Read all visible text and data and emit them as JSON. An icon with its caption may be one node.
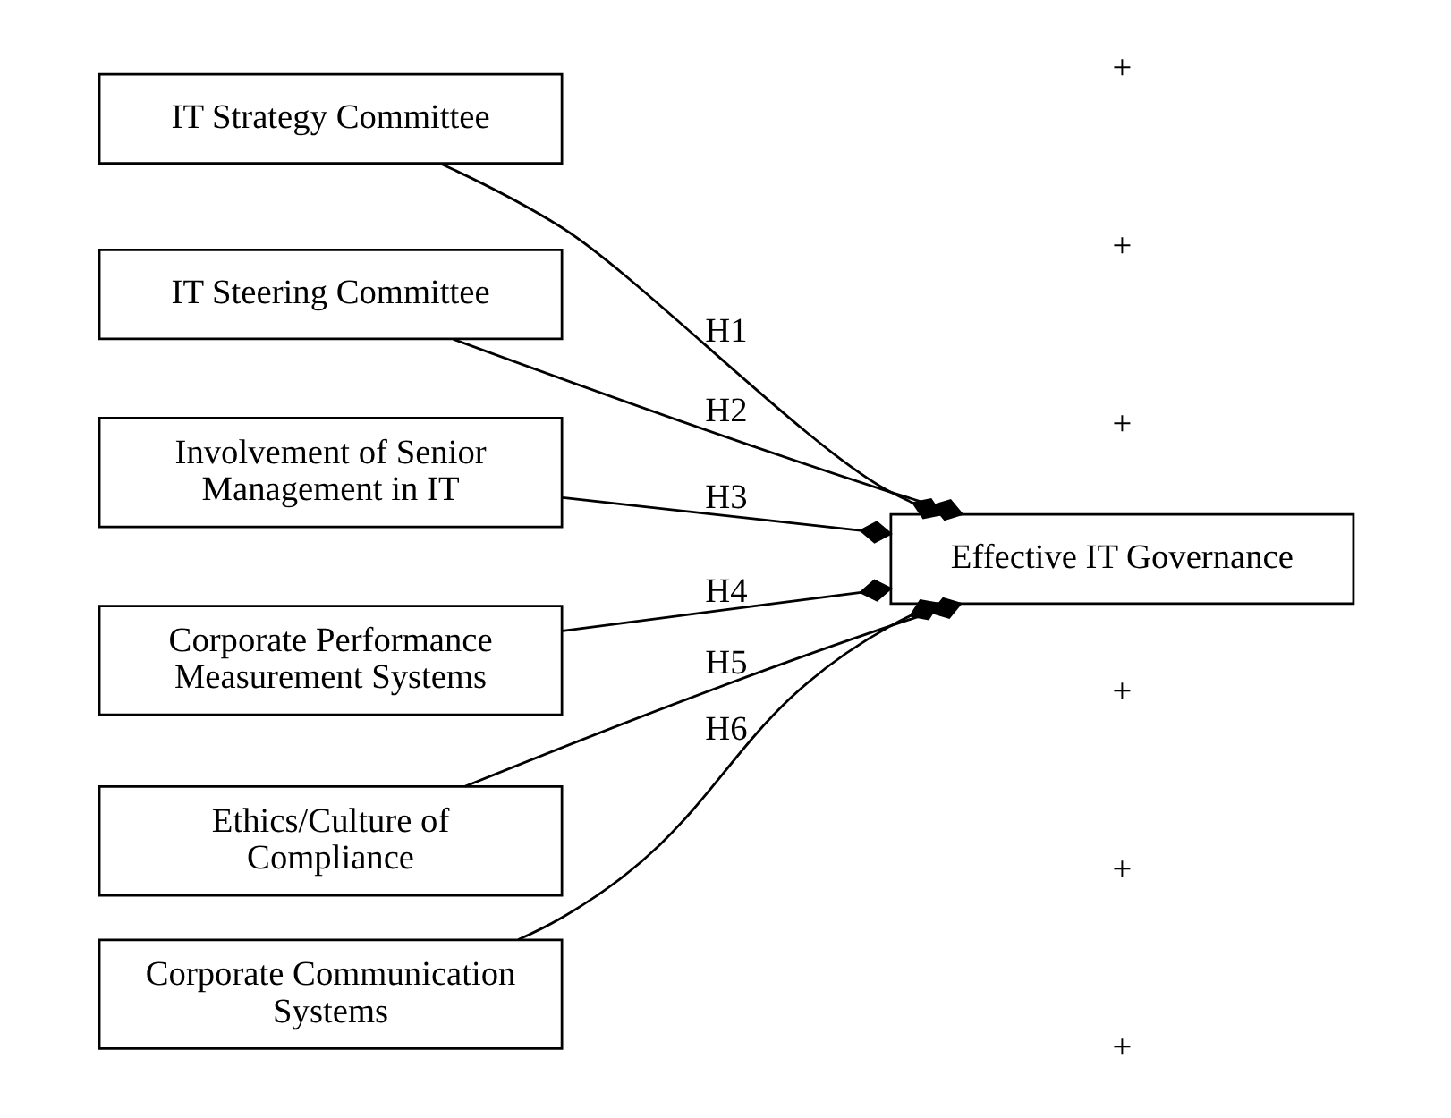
{
  "diagram": {
    "nodes": [
      {
        "text": [
          "IT Strategy Committee"
        ]
      },
      {
        "text": [
          "IT Steering Committee"
        ]
      },
      {
        "text": [
          "Involvement of Senior Management in IT"
        ]
      },
      {
        "text": [
          "Corporate Performance Measurement Systems"
        ]
      },
      {
        "text": [
          "Ethics/Culture of Compliance"
        ]
      },
      {
        "text": [
          "Corporate Communication Systems"
        ]
      },
      {
        "text": [
          "Effective IT Governance"
        ]
      }
    ],
    "edges": [
      {
        "from": 0,
        "to": 6,
        "arrow": "other",
        "label": "H1"
      },
      {
        "from": 1,
        "to": 6,
        "arrow": "other",
        "label": "H2"
      },
      {
        "from": 2,
        "to": 6,
        "arrow": "other",
        "label": "H3"
      },
      {
        "from": 3,
        "to": 6,
        "arrow": "other",
        "label": "H4"
      },
      {
        "from": 4,
        "to": 6,
        "arrow": "other",
        "label": "H5"
      },
      {
        "from": 5,
        "to": 6,
        "arrow": "other",
        "label": "H6"
      }
    ],
    "labels": [
      "+",
      "+",
      "+",
      "+",
      "+",
      "+"
    ]
  }
}
